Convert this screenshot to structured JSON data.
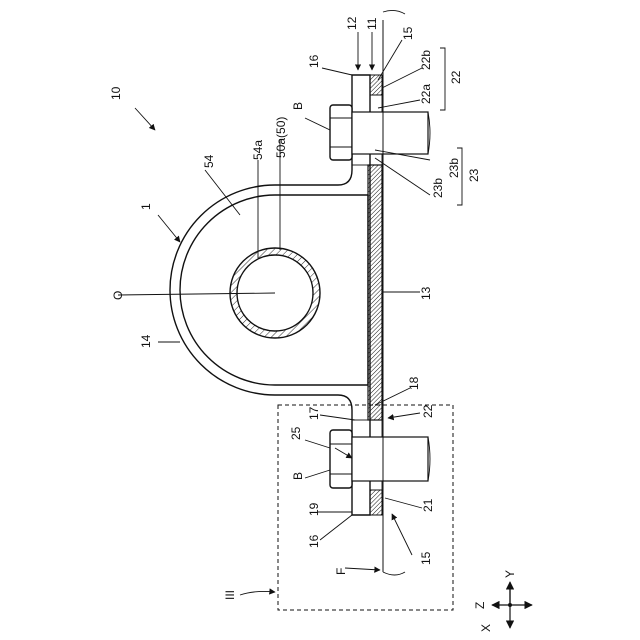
{
  "labels": {
    "figure_ref": "10",
    "assembly": "1",
    "part_12": "12",
    "part_11": "11",
    "part_15_top": "15",
    "part_16_top": "16",
    "part_22b": "22b",
    "part_22a": "22a",
    "group_22_top": "22",
    "bolt_top": "B",
    "part_54": "54",
    "part_54a": "54a",
    "part_50a": "50a(50)",
    "part_23b_a": "23b",
    "part_23b_b": "23b",
    "group_23": "23",
    "axis_O": "O",
    "part_13": "13",
    "part_14": "14",
    "part_18": "18",
    "part_17": "17",
    "group_22_bottom": "22",
    "part_25": "25",
    "bolt_bottom": "B",
    "part_19": "19",
    "part_21": "21",
    "part_16_bottom": "16",
    "part_15_bottom": "15",
    "mark_F": "F",
    "detail_III": "III",
    "axis_Z": "Z",
    "axis_Y": "Y",
    "axis_X": "X"
  },
  "colors": {
    "ink": "#111111",
    "hatch": "#111111",
    "background": "#ffffff",
    "plate_fill": "#555555"
  }
}
